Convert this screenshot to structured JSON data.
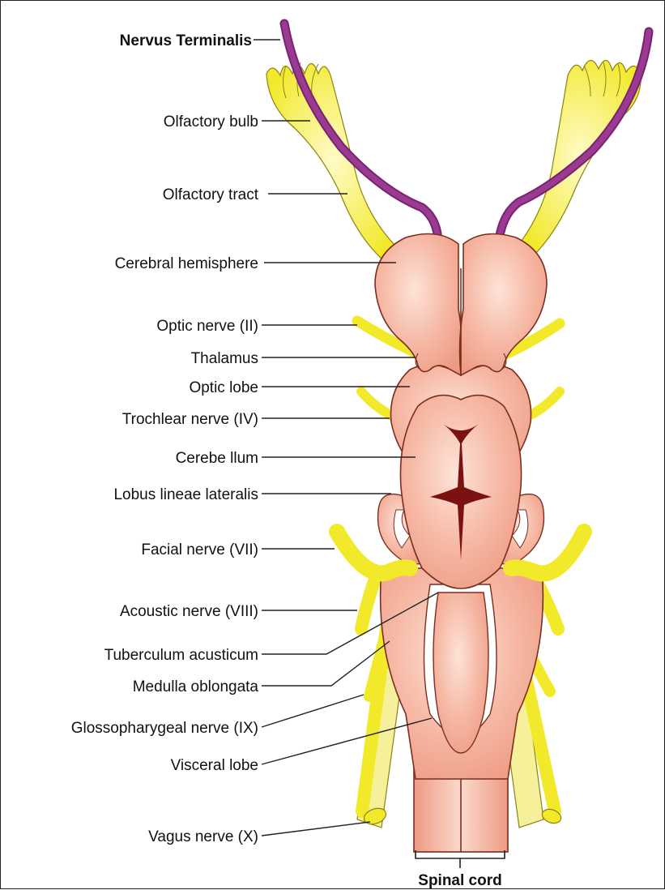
{
  "colors": {
    "brain": "#f2a48f",
    "brain_light": "#fbd9cd",
    "brain_outline": "#7a2e1e",
    "nerve_yellow": "#f2e92b",
    "nerve_outline": "#8a8410",
    "terminalis": "#8a2a80",
    "ventricle": "#7a1212"
  },
  "labels": {
    "nervus_terminalis": "Nervus Terminalis",
    "olfactory_bulb": "Olfactory bulb",
    "olfactory_tract": "Olfactory tract",
    "cerebral_hemisphere": "Cerebral hemisphere",
    "optic_nerve": "Optic nerve (II)",
    "thalamus": "Thalamus",
    "optic_lobe": "Optic lobe",
    "trochlear_nerve": "Trochlear nerve (IV)",
    "cerebellum": "Cerebe llum",
    "lobus_lineae_lateralis": "Lobus lineae lateralis",
    "facial_nerve": "Facial nerve (VII)",
    "acoustic_nerve": "Acoustic nerve (VIII)",
    "tuberculum_acusticum": "Tuberculum acusticum",
    "medulla_oblongata": "Medulla oblongata",
    "glossopharyngeal_nerve": "Glossopharygeal nerve (IX)",
    "visceral_lobe": "Visceral lobe",
    "vagus_nerve": "Vagus nerve (X)",
    "spinal_cord": "Spinal cord"
  }
}
